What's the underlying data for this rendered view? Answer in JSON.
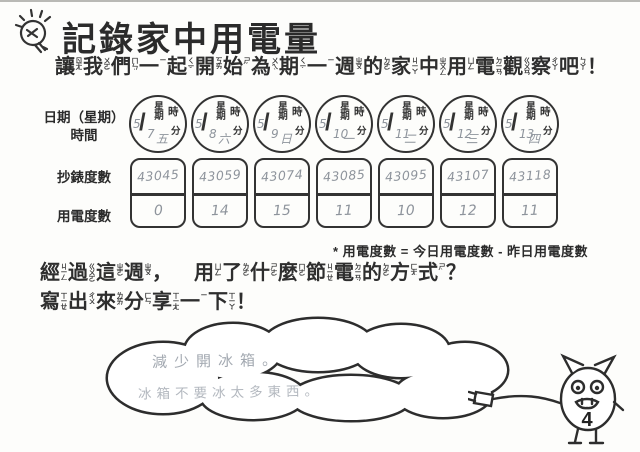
{
  "page": {
    "background": "#fdfdfb",
    "ink_color": "#2e2e2e",
    "pencil_color": "#8e949c",
    "page_number": "4"
  },
  "header": {
    "title": "記錄家中用電量",
    "icon": "lightbulb-icon"
  },
  "subtitle": {
    "chars": [
      {
        "c": "讓",
        "z": "ㄖㄤˋ"
      },
      {
        "c": "我",
        "z": "ㄨㄛˇ"
      },
      {
        "c": "們",
        "z": "ㄇㄣ˙"
      },
      {
        "c": "一",
        "z": "ㄧ"
      },
      {
        "c": "起",
        "z": "ㄑㄧˇ"
      },
      {
        "c": "開",
        "z": "ㄎㄞ"
      },
      {
        "c": "始",
        "z": "ㄕˇ"
      },
      {
        "c": "為",
        "z": "ㄨㄟˋ"
      },
      {
        "c": "期",
        "z": "ㄑㄧˊ"
      },
      {
        "c": "一",
        "z": "ㄧ"
      },
      {
        "c": "週",
        "z": "ㄓㄡ"
      },
      {
        "c": "的",
        "z": "ㄉㄜ˙"
      },
      {
        "c": "家",
        "z": "ㄐㄧㄚ"
      },
      {
        "c": "中",
        "z": "ㄓㄨㄥ"
      },
      {
        "c": "用",
        "z": "ㄩㄥˋ"
      },
      {
        "c": "電",
        "z": "ㄉㄧㄢˋ"
      },
      {
        "c": "觀",
        "z": "ㄍㄨㄢ"
      },
      {
        "c": "察",
        "z": "ㄔㄚˊ"
      },
      {
        "c": "吧",
        "z": "ㄅㄚ˙"
      },
      {
        "c": "！"
      }
    ]
  },
  "record_table": {
    "row_labels": {
      "date_week": "日期（星期）",
      "time": "時間",
      "meter": "抄錶度數",
      "usage": "用電度數"
    },
    "circle_template": {
      "week": "星期",
      "hour": "時",
      "minute": "分",
      "slash": "/"
    },
    "days": [
      {
        "month": "5",
        "date": "7",
        "weekday": "五"
      },
      {
        "month": "5",
        "date": "8",
        "weekday": "六"
      },
      {
        "month": "5",
        "date": "9",
        "weekday": "日"
      },
      {
        "month": "5",
        "date": "10",
        "weekday": "一"
      },
      {
        "month": "5",
        "date": "11",
        "weekday": "二"
      },
      {
        "month": "5",
        "date": "12",
        "weekday": "三"
      },
      {
        "month": "5",
        "date": "13",
        "weekday": "四"
      }
    ],
    "meter_readings": [
      "43045",
      "43059",
      "43074",
      "43085",
      "43095",
      "43107",
      "43118"
    ],
    "usage_values": [
      "0",
      "14",
      "15",
      "11",
      "10",
      "12",
      "11"
    ],
    "note": "* 用電度數 = 今日用電度數 - 昨日用電度數"
  },
  "question": {
    "line1": [
      {
        "c": "經",
        "z": "ㄐㄧㄥ"
      },
      {
        "c": "過",
        "z": "ㄍㄨㄛˋ"
      },
      {
        "c": "這",
        "z": "ㄓㄜˋ"
      },
      {
        "c": "週",
        "z": "ㄓㄡ"
      },
      {
        "c": "，"
      },
      {
        "c": "　"
      },
      {
        "c": "用",
        "z": "ㄩㄥˋ"
      },
      {
        "c": "了",
        "z": "ㄌㄜ˙"
      },
      {
        "c": "什",
        "z": "ㄕㄜˊ"
      },
      {
        "c": "麼",
        "z": "ㄇㄜ˙"
      },
      {
        "c": "節",
        "z": "ㄐㄧㄝˊ"
      },
      {
        "c": "電",
        "z": "ㄉㄧㄢˋ"
      },
      {
        "c": "的",
        "z": "ㄉㄜ˙"
      },
      {
        "c": "方",
        "z": "ㄈㄤ"
      },
      {
        "c": "式",
        "z": "ㄕˋ"
      },
      {
        "c": "？"
      }
    ],
    "line2": [
      {
        "c": "寫",
        "z": "ㄒㄧㄝˇ"
      },
      {
        "c": "出",
        "z": "ㄔㄨ"
      },
      {
        "c": "來",
        "z": "ㄌㄞˊ"
      },
      {
        "c": "分",
        "z": "ㄈㄣ"
      },
      {
        "c": "享",
        "z": "ㄒㄧㄤˇ"
      },
      {
        "c": "一",
        "z": "ㄧ"
      },
      {
        "c": "下",
        "z": "ㄒㄧㄚˋ"
      },
      {
        "c": "！"
      }
    ]
  },
  "cloud": {
    "line1": "減少開冰箱。",
    "line2": "冰箱不要冰太多東西。"
  },
  "mascot": {
    "page_number": "4"
  }
}
